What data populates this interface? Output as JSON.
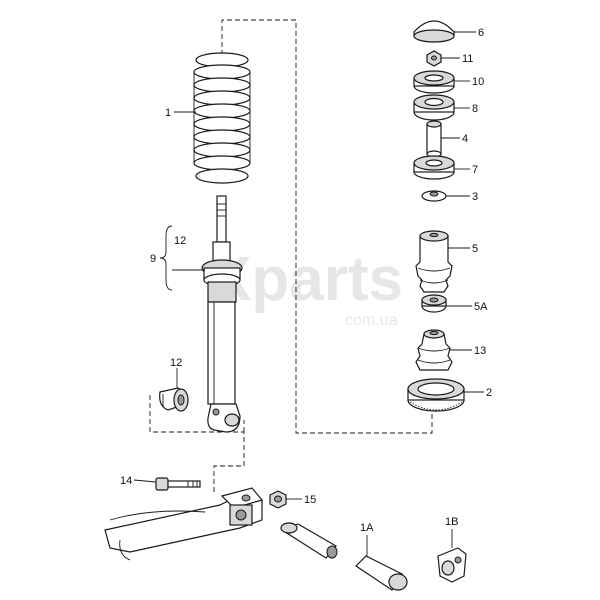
{
  "watermark": {
    "main": "Xparts",
    "sub": "com.ua"
  },
  "labels": {
    "p1": "1",
    "p12_upper": "12",
    "p9": "9",
    "p12_lower": "12",
    "p14": "14",
    "p15": "15",
    "p1A": "1A",
    "p1B": "1B",
    "p6": "6",
    "p11": "11",
    "p10": "10",
    "p8": "8",
    "p4": "4",
    "p7": "7",
    "p3": "3",
    "p5": "5",
    "p5A": "5A",
    "p13": "13",
    "p2": "2"
  }
}
